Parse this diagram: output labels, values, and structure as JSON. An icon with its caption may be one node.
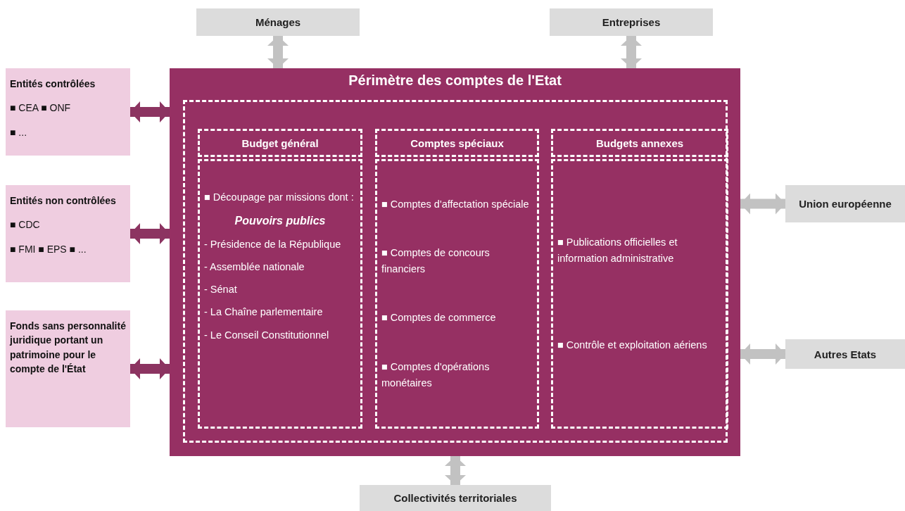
{
  "diagram": {
    "nodes": [
      {
        "text": [
          "Ménages"
        ]
      },
      {
        "text": [
          "Entreprises"
        ]
      },
      {
        "text": [
          "Entités contrôlées",
          "■ CEA ■ ONF",
          "■ ..."
        ]
      },
      {
        "text": [
          "Entités non contrôlées",
          "■ CDC",
          "■ FMI ■ EPS ■ ..."
        ]
      },
      {
        "text": [
          "Fonds sans personnalité juridique portant un patrimoine pour le compte de l'État"
        ]
      },
      {
        "text": [
          "Périmètre des comptes de l'Etat"
        ]
      },
      {
        "text": [],
        "shape": "box",
        "in": 5
      },
      {
        "text": [
          "Budget général",
          "■ Découpage par missions dont :",
          "*Pouvoirs publics*",
          "- Présidence de la République",
          "- Assemblée nationale",
          "- Sénat",
          "- La Chaîne parlementaire",
          "- Le Conseil Constitutionnel"
        ],
        "in": 6
      },
      {
        "text": [
          "Comptes spéciaux",
          "■ Comptes d'affectation spéciale",
          "■ Comptes de concours financiers",
          "■ Comptes de commerce",
          "■ Comptes d'opérations monétaires"
        ],
        "in": 6
      },
      {
        "text": [
          "Budgets annexes",
          "■ Publications officielles et information administrative",
          "■ Contrôle et exploitation aériens"
        ],
        "in": 6
      },
      {
        "text": [
          "Union européenne"
        ]
      },
      {
        "text": [
          "Autres Etats"
        ]
      },
      {
        "text": [
          "Collectivités territoriales"
        ]
      }
    ],
    "edges": [
      {
        "from": 0,
        "to": 5,
        "arrow": "both"
      },
      {
        "from": 1,
        "to": 5,
        "arrow": "both"
      },
      {
        "from": 2,
        "to": 5,
        "arrow": "both",
        "color": "#8c3461"
      },
      {
        "from": 3,
        "to": 5,
        "arrow": "both",
        "color": "#8c3461"
      },
      {
        "from": 4,
        "to": 5,
        "arrow": "both",
        "color": "#8c3461"
      },
      {
        "from": 10,
        "to": 5,
        "arrow": "both"
      },
      {
        "from": 11,
        "to": 5,
        "arrow": "both"
      },
      {
        "from": 12,
        "to": 5,
        "arrow": "both"
      }
    ]
  }
}
